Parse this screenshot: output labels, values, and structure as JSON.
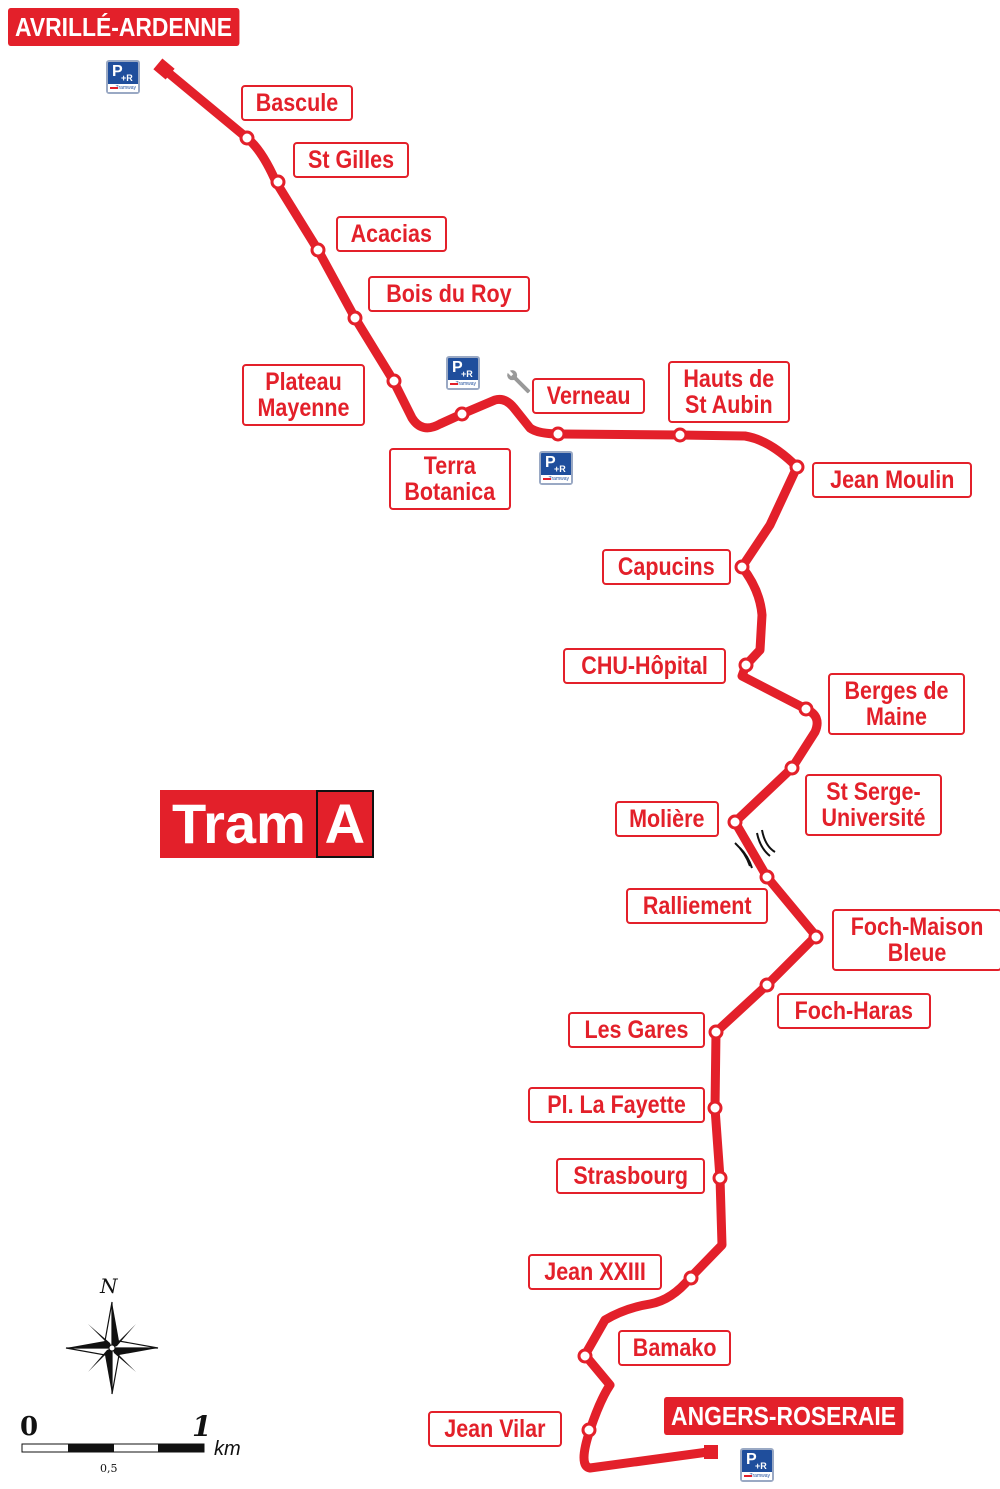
{
  "line": {
    "title_word": "Tram",
    "title_letter": "A",
    "color": "#e3202a"
  },
  "termini": {
    "north": "AVRILLÉ-ARDENNE",
    "south": "ANGERS-ROSERAIE"
  },
  "stations": [
    "Bascule",
    "St Gilles",
    "Acacias",
    "Bois du Roy",
    "Plateau Mayenne",
    "Terra Botanica",
    "Verneau",
    "Hauts de St Aubin",
    "Jean Moulin",
    "Capucins",
    "CHU-Hôpital",
    "Berges de Maine",
    "St Serge-Université",
    "Molière",
    "Ralliement",
    "Foch-Maison Bleue",
    "Foch-Haras",
    "Les Gares",
    "Pl. La Fayette",
    "Strasbourg",
    "Jean XXIII",
    "Bamako",
    "Jean Vilar"
  ],
  "station_label_lines": {
    "plateau_mayenne": [
      "Plateau",
      "Mayenne"
    ],
    "terra_botanica": [
      "Terra",
      "Botanica"
    ],
    "hauts_de_st_aubin": [
      "Hauts de",
      "St Aubin"
    ],
    "berges_de_maine": [
      "Berges de",
      "Maine"
    ],
    "st_serge": [
      "St Serge-",
      "Université"
    ],
    "foch_maison_bleue": [
      "Foch-Maison",
      "Bleue"
    ]
  },
  "park_and_ride": {
    "icon": "park-and-ride-icon",
    "letter": "P",
    "plus": "+R",
    "caption": "Tramway",
    "color": "#1f4e9c"
  },
  "depot_icon": "wrench-icon",
  "compass": {
    "north_label": "N",
    "icon": "compass-rose-icon"
  },
  "scale_bar": {
    "start": "0",
    "end": "1",
    "mid": "0,5",
    "unit": "km"
  }
}
